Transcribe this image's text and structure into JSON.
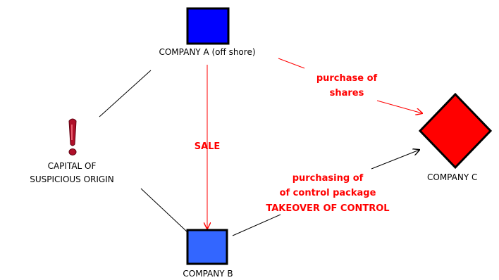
{
  "nodes": {
    "company_a": {
      "label": "COMPANY A (off shore)",
      "color": "#0000ff"
    },
    "company_b": {
      "label": "COMPANY B",
      "color": "#3366ff"
    },
    "company_c": {
      "label": "COMPANY C",
      "color": "#ff0000"
    },
    "capital": {
      "label_line1": "CAPITAL OF",
      "label_line2": "SUSPICIOUS ORIGIN",
      "icon": "exclamation-icon",
      "color": "#c00020"
    }
  },
  "edges": {
    "sale": {
      "label": "SALE",
      "color": "#ff0000"
    },
    "purchase_shares": {
      "label_line1": "purchase of",
      "label_line2": "shares",
      "color": "#ff0000"
    },
    "control": {
      "label_line1": "purchasing of",
      "label_line2": "of control package",
      "label_line3": "TAKEOVER OF CONTROL",
      "label_color": "#ff0000",
      "line_color": "#000000"
    }
  }
}
